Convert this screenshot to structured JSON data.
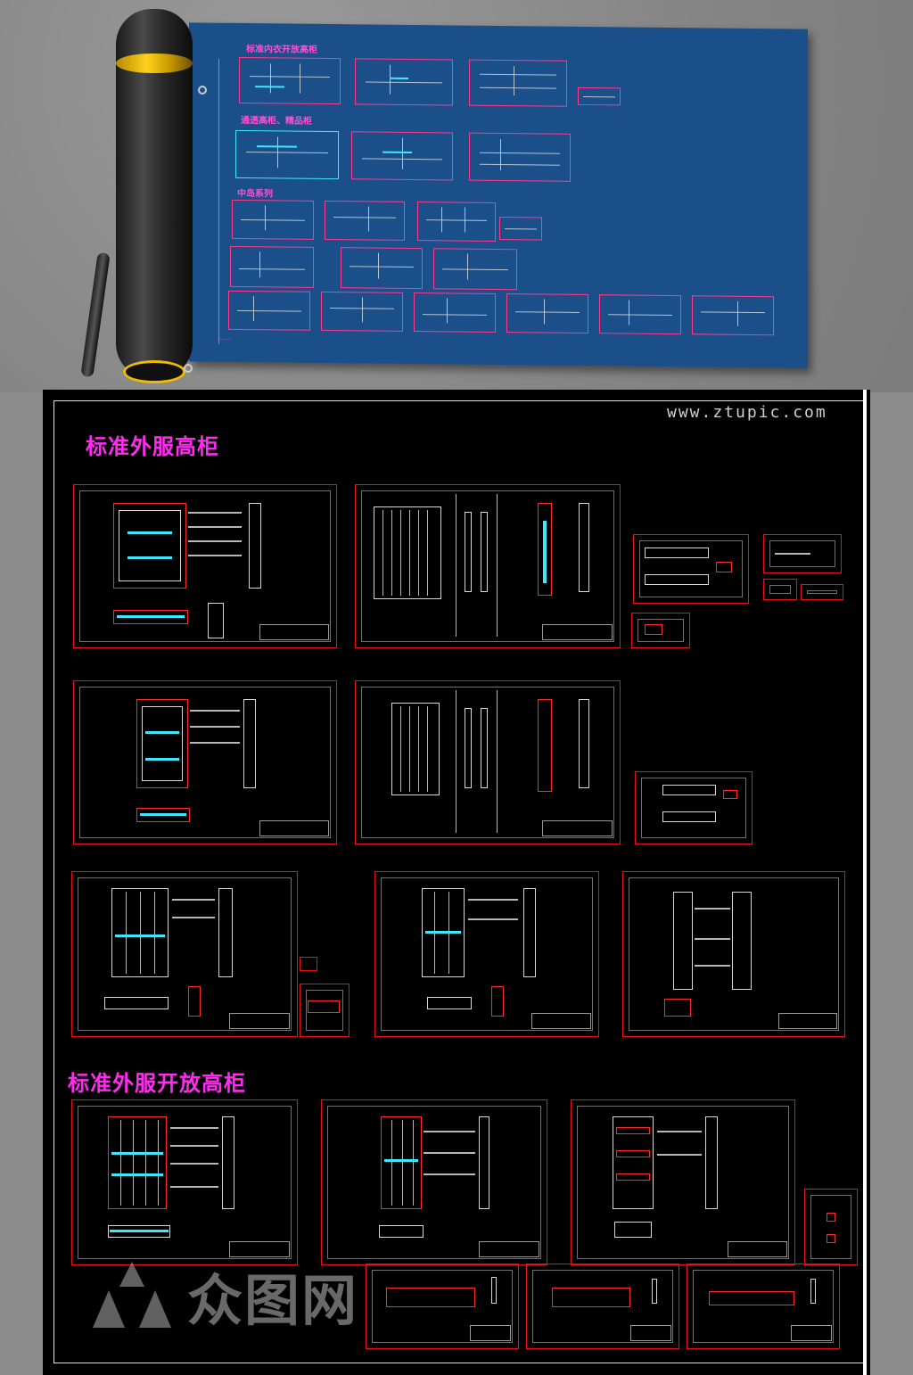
{
  "blueprint": {
    "sections": [
      {
        "title": "标准内衣开放高柜"
      },
      {
        "title": "通透高柜、精品柜"
      },
      {
        "title": "中岛系列"
      }
    ]
  },
  "panel": {
    "watermark": "www.ztupic.com",
    "section_titles": [
      "标准外服高柜",
      "标准外服开放高柜"
    ],
    "logo_text": "众图网"
  },
  "colors": {
    "blueprint_bg": "#1b4f8a",
    "panel_bg": "#000000",
    "title_magenta": "#ff2cf0",
    "sheet_border": "#e8101a",
    "accent_cyan": "#3de8ff",
    "roll_band_yellow": "#ffd21a"
  }
}
